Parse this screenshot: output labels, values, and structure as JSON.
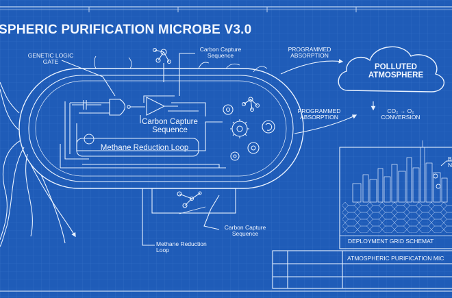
{
  "title": "SPHERIC PURIFICATION MICROBE V3.0",
  "labels": {
    "genetic_logic_gate": [
      "GENETIC LOGIC",
      "GATE"
    ],
    "carbon_capture_top": [
      "Carbon Capture",
      "Sequence"
    ],
    "carbon_capture_center": [
      "Carbon Capture",
      "Sequence"
    ],
    "methane_loop_center": "Methane Reduction Loop",
    "carbon_capture_bottom": [
      "Carbon Capture",
      "Sequence"
    ],
    "methane_loop_bottom": [
      "Methane Reduction",
      "Loop"
    ],
    "programmed_absorption_top": [
      "PROGRAMMED",
      "ABSORPTION"
    ],
    "programmed_absorption_bottom": [
      "PROGRAMMED",
      "ABSORPTION"
    ],
    "co2_conversion": [
      "CO₂ → O₂",
      "CONVERSION"
    ],
    "polluted_atmosphere": [
      "POLLUTED",
      "ATMOSPHERE"
    ],
    "deployment_grid": "DEPLOYMENT GRID SCHEMAT",
    "title_block": "ATMOSPHERIC PURIFICATION MIC",
    "partial_tag": [
      "B",
      "N"
    ]
  },
  "colors": {
    "background": "#1f5cb8",
    "line": "#eaf3ff",
    "grid": "#3f7bd0"
  }
}
